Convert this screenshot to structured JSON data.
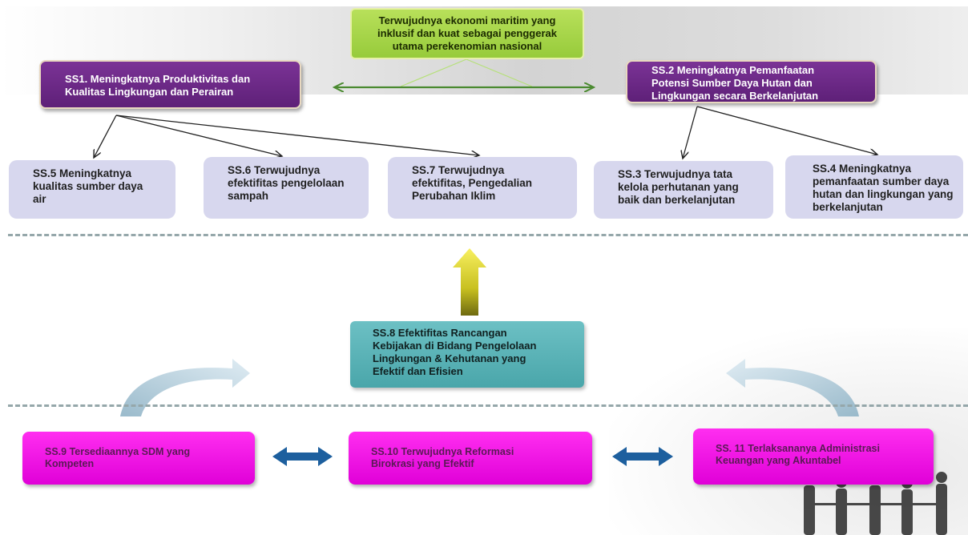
{
  "goal": {
    "line1": "Terwujudnya ekonomi maritim yang",
    "line2": "inklusif dan kuat sebagai penggerak",
    "line3": "utama perekenomian nasional"
  },
  "ss1": {
    "line1": "SS1. Meningkatnya Produktivitas dan",
    "line2": "Kualitas Lingkungan dan Perairan"
  },
  "ss2": {
    "line1": "SS.2 Meningkatnya Pemanfaatan",
    "line2": "Potensi Sumber Daya Hutan dan",
    "line3": "Lingkungan secara Berkelanjutan"
  },
  "ss5": {
    "line1": "SS.5 Meningkatnya",
    "line2": "kualitas sumber daya",
    "line3": "air"
  },
  "ss6": {
    "line1": "SS.6 Terwujudnya",
    "line2": "efektifitas pengelolaan",
    "line3": "sampah"
  },
  "ss7": {
    "line1": "SS.7 Terwujudnya",
    "line2": "efektifitas, Pengedalian",
    "line3": "Perubahan Iklim"
  },
  "ss3": {
    "line1": "SS.3 Terwujudnya tata",
    "line2": "kelola perhutanan yang",
    "line3": "baik dan berkelanjutan"
  },
  "ss4": {
    "line1": "SS.4 Meningkatnya",
    "line2": "pemanfaatan sumber daya",
    "line3": "hutan dan lingkungan yang",
    "line4": "berkelanjutan"
  },
  "ss8": {
    "line1": "SS.8 Efektifitas Rancangan",
    "line2": "Kebijakan di Bidang Pengelolaan",
    "line3": "Lingkungan & Kehutanan yang",
    "line4": "Efektif dan Efisien"
  },
  "ss9": {
    "line1": "SS.9 Tersediaannya SDM yang",
    "line2": "Kompeten"
  },
  "ss10": {
    "line1": "SS.10 Terwujudnya Reformasi",
    "line2": "Birokrasi yang Efektif"
  },
  "ss11": {
    "line1": "SS. 11 Terlaksananya Administrasi",
    "line2": "Keuangan yang Akuntabel"
  },
  "colors": {
    "goal_green": "#a6d34a",
    "purple": "#6a2688",
    "lavender": "#d7d7ee",
    "teal": "#5ab4b8",
    "magenta": "#f018e8",
    "arrow_dark": "#222222",
    "arrow_green": "#4a8a30",
    "arrow_blue": "#1d5f9e",
    "arrow_yellow": "#f5e94a",
    "dashed_line": "#95a7aa"
  }
}
